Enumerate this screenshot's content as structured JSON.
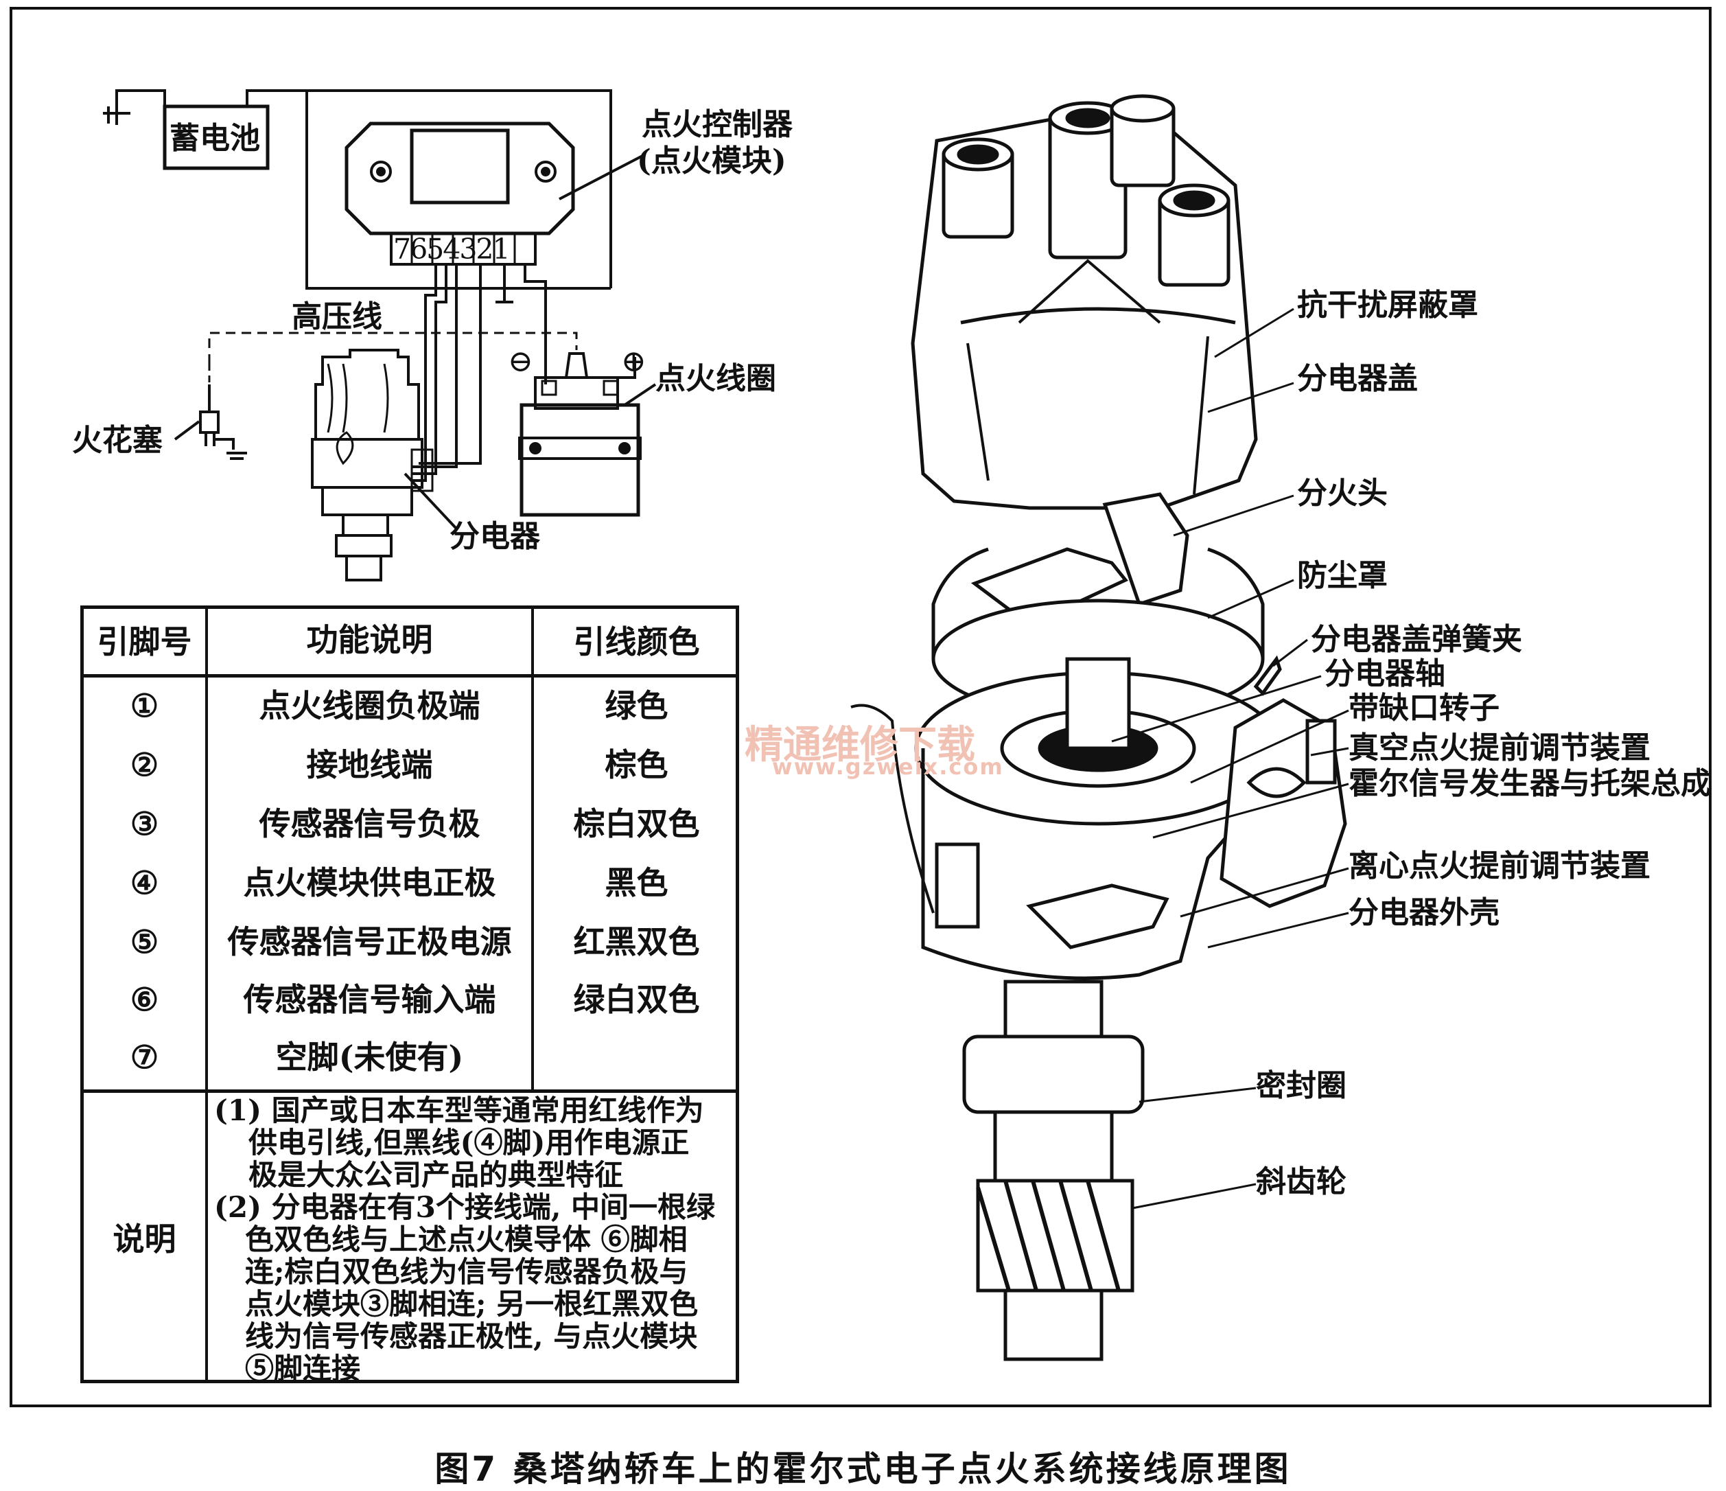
{
  "wiring": {
    "battery": "蓄电池",
    "controller_line1": "点火控制器",
    "controller_line2": "(点火模块)",
    "pins": "7654321",
    "hv_wire": "高压线",
    "coil": "点火线圈",
    "coil_minus": "⊖",
    "coil_plus": "⊕",
    "spark_plug": "火花塞",
    "distributor": "分电器"
  },
  "table": {
    "headers": [
      "引脚号",
      "功能说明",
      "引线颜色"
    ],
    "rows": [
      {
        "pin": "①",
        "func": "点火线圈负极端",
        "color": "绿色"
      },
      {
        "pin": "②",
        "func": "接地线端",
        "color": "棕色"
      },
      {
        "pin": "③",
        "func": "传感器信号负极",
        "color": "棕白双色"
      },
      {
        "pin": "④",
        "func": "点火模块供电正极",
        "color": "黑色"
      },
      {
        "pin": "⑤",
        "func": "传感器信号正极电源",
        "color": "红黑双色"
      },
      {
        "pin": "⑥",
        "func": "传感器信号输入端",
        "color": "绿白双色"
      },
      {
        "pin": "⑦",
        "func": "空脚(未使有)",
        "color": ""
      }
    ],
    "note_label": "说明",
    "note_lines": [
      "(1) 国产或日本车型等通常用红线作为",
      "供电引线,但黑线(④脚)用作电源正",
      "极是大众公司产品的典型特征",
      "(2) 分电器在有3个接线端, 中间一根绿",
      "色双色线与上述点火模导体 ⑥脚相",
      "连;棕白双色线为信号传感器负极与",
      "点火模块③脚相连; 另一根红黑双色",
      "线为信号传感器正极性, 与点火模块",
      "⑤脚连接"
    ]
  },
  "parts": [
    "抗干扰屏蔽罩",
    "分电器盖",
    "分火头",
    "防尘罩",
    "分电器盖弹簧夹",
    "分电器轴",
    "带缺口转子",
    "真空点火提前调节装置",
    "霍尔信号发生器与托架总成",
    "离心点火提前调节装置",
    "分电器外壳",
    "密封圈",
    "斜齿轮"
  ],
  "watermark": {
    "line1": "精通维修下载",
    "line2": "www.gzweix.com"
  },
  "caption": "图7  桑塔纳轿车上的霍尔式电子点火系统接线原理图"
}
